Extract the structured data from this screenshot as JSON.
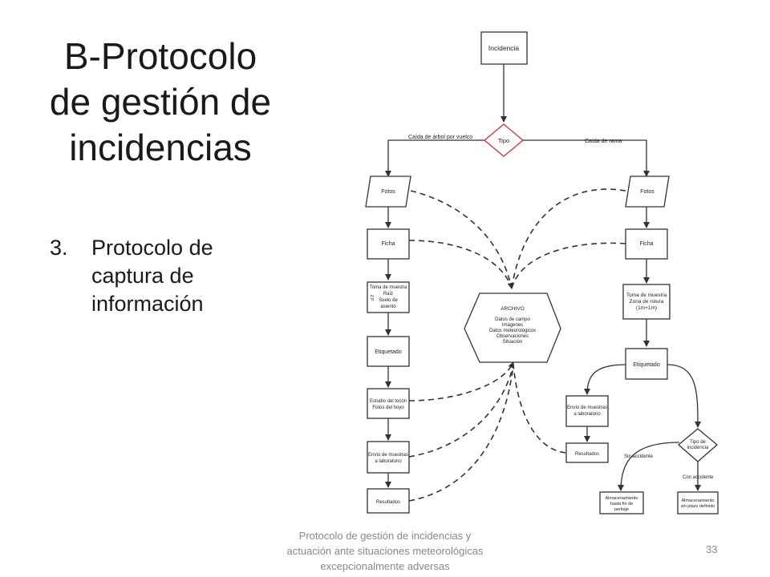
{
  "slide": {
    "title_lines": [
      "B-Protocolo",
      "de gestión de",
      "incidencias"
    ],
    "bullet_number": "3.",
    "bullet_lines": [
      "Protocolo de",
      "captura de",
      "información"
    ],
    "footer_lines": [
      "Protocolo de gestión de incidencias y",
      "actuación ante situaciones meteorológicas",
      "excepcionalmente adversas"
    ],
    "page_number": "33"
  },
  "diagram": {
    "nodes": {
      "incidencia": "Incidencia",
      "tipo": "Tipo",
      "fotos_left": "Fotos",
      "fotos_right": "Fotos",
      "ficha_left": "Ficha",
      "ficha_right": "Ficha",
      "toma_left": [
        "Toma de muestra",
        "Raíz",
        "Suelo de",
        "asiento"
      ],
      "toma_left_side": "Z.P.",
      "toma_right": [
        "Toma de muestra",
        "Zona de rotura",
        "(1m+1m)"
      ],
      "archivo": [
        "ARCHIVO",
        "Datos de campo",
        "Imágenes",
        "Datos meteorológicos",
        "Observaciones",
        "Situación"
      ],
      "etiquetado_left": "Etiquetado",
      "etiquetado_right": "Etiquetado",
      "estudio": [
        "Estudio del tocón",
        "Fotos del hoyo"
      ],
      "envio_left": [
        "Envío de muestras",
        "a laboratorio"
      ],
      "envio_right": [
        "Envío de muestras",
        "a laboratorio"
      ],
      "resultados_left": "Resultados",
      "resultados_right": "Resultados",
      "tipo_incidencia": [
        "Tipo de",
        "incidencia"
      ],
      "alm_fin": [
        "Almacenamiento",
        "hasta fin de",
        "peritaje"
      ],
      "alm_sin": [
        "Almacenamiento",
        "sin plazo definido"
      ]
    },
    "edge_labels": {
      "caida_arbol": "Caída de árbol por vuelco",
      "caida_rama": "Caída de rama",
      "sin_accidente": "Sin accidente",
      "con_accidente": "Con accidente"
    },
    "colors": {
      "decision_stroke": "#e02a2a",
      "line": "#333333",
      "node_fill": "#ffffff"
    }
  }
}
